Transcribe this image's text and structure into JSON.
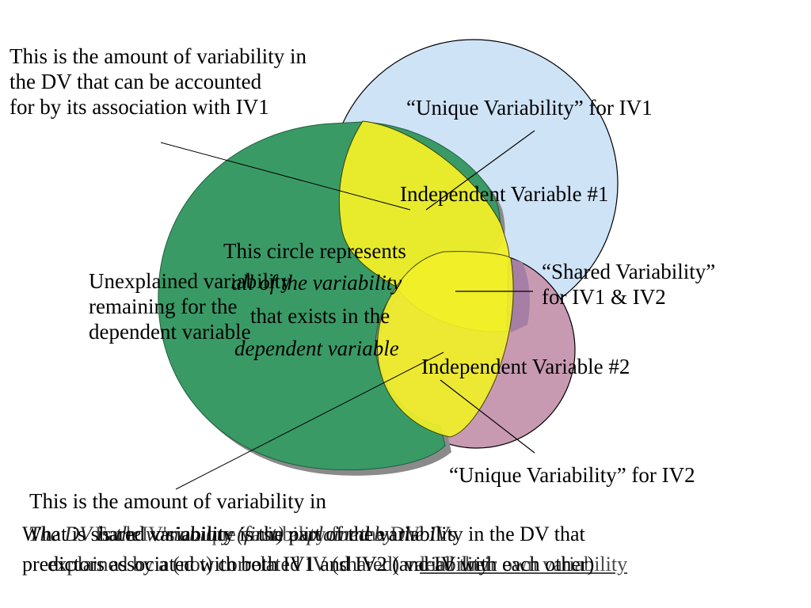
{
  "colors": {
    "dv_circle": "#3a9a66",
    "iv1_circle": "#cfe3f7",
    "iv2_circle": "#c89ab2",
    "overlap": "#f1f028",
    "shared": "#a57fa5"
  },
  "labels": {
    "note_iv1_assoc": "This is the amount of variability in\nthe DV that can be accounted\nfor by its association with IV1",
    "unique_iv1": "“Unique Variability” for IV1",
    "iv1_name": "Independent Variable #1",
    "circle_line1": "This circle represents",
    "circle_line2": "all of the variability",
    "circle_line3": "that exists in the",
    "circle_line4": "dependent variable",
    "unexplained": "Unexplained variability\nremaining for the\ndependent variable",
    "shared": "“Shared Variability”\nfor IV1 & IV2",
    "iv2_name": "Independent Variable #2",
    "unique_iv2": "“Unique Variability” for IV2",
    "note_iv2_assoc": "This is the amount of variability in",
    "bottom_a1": "What is shared variability is the part of the variability in the DV that",
    "bottom_a2": "predictors associated with both IV1 and IV2 (and IV with each other)",
    "bottom_b1": "The DV is the variability (first) explained by the IVs",
    "bottom_b2": "explained by a (not) correlated IV (shared) variability",
    "bottom_c1": "Each IV's unique variability for the DV",
    "bottom_c2": "lead their own variability"
  }
}
